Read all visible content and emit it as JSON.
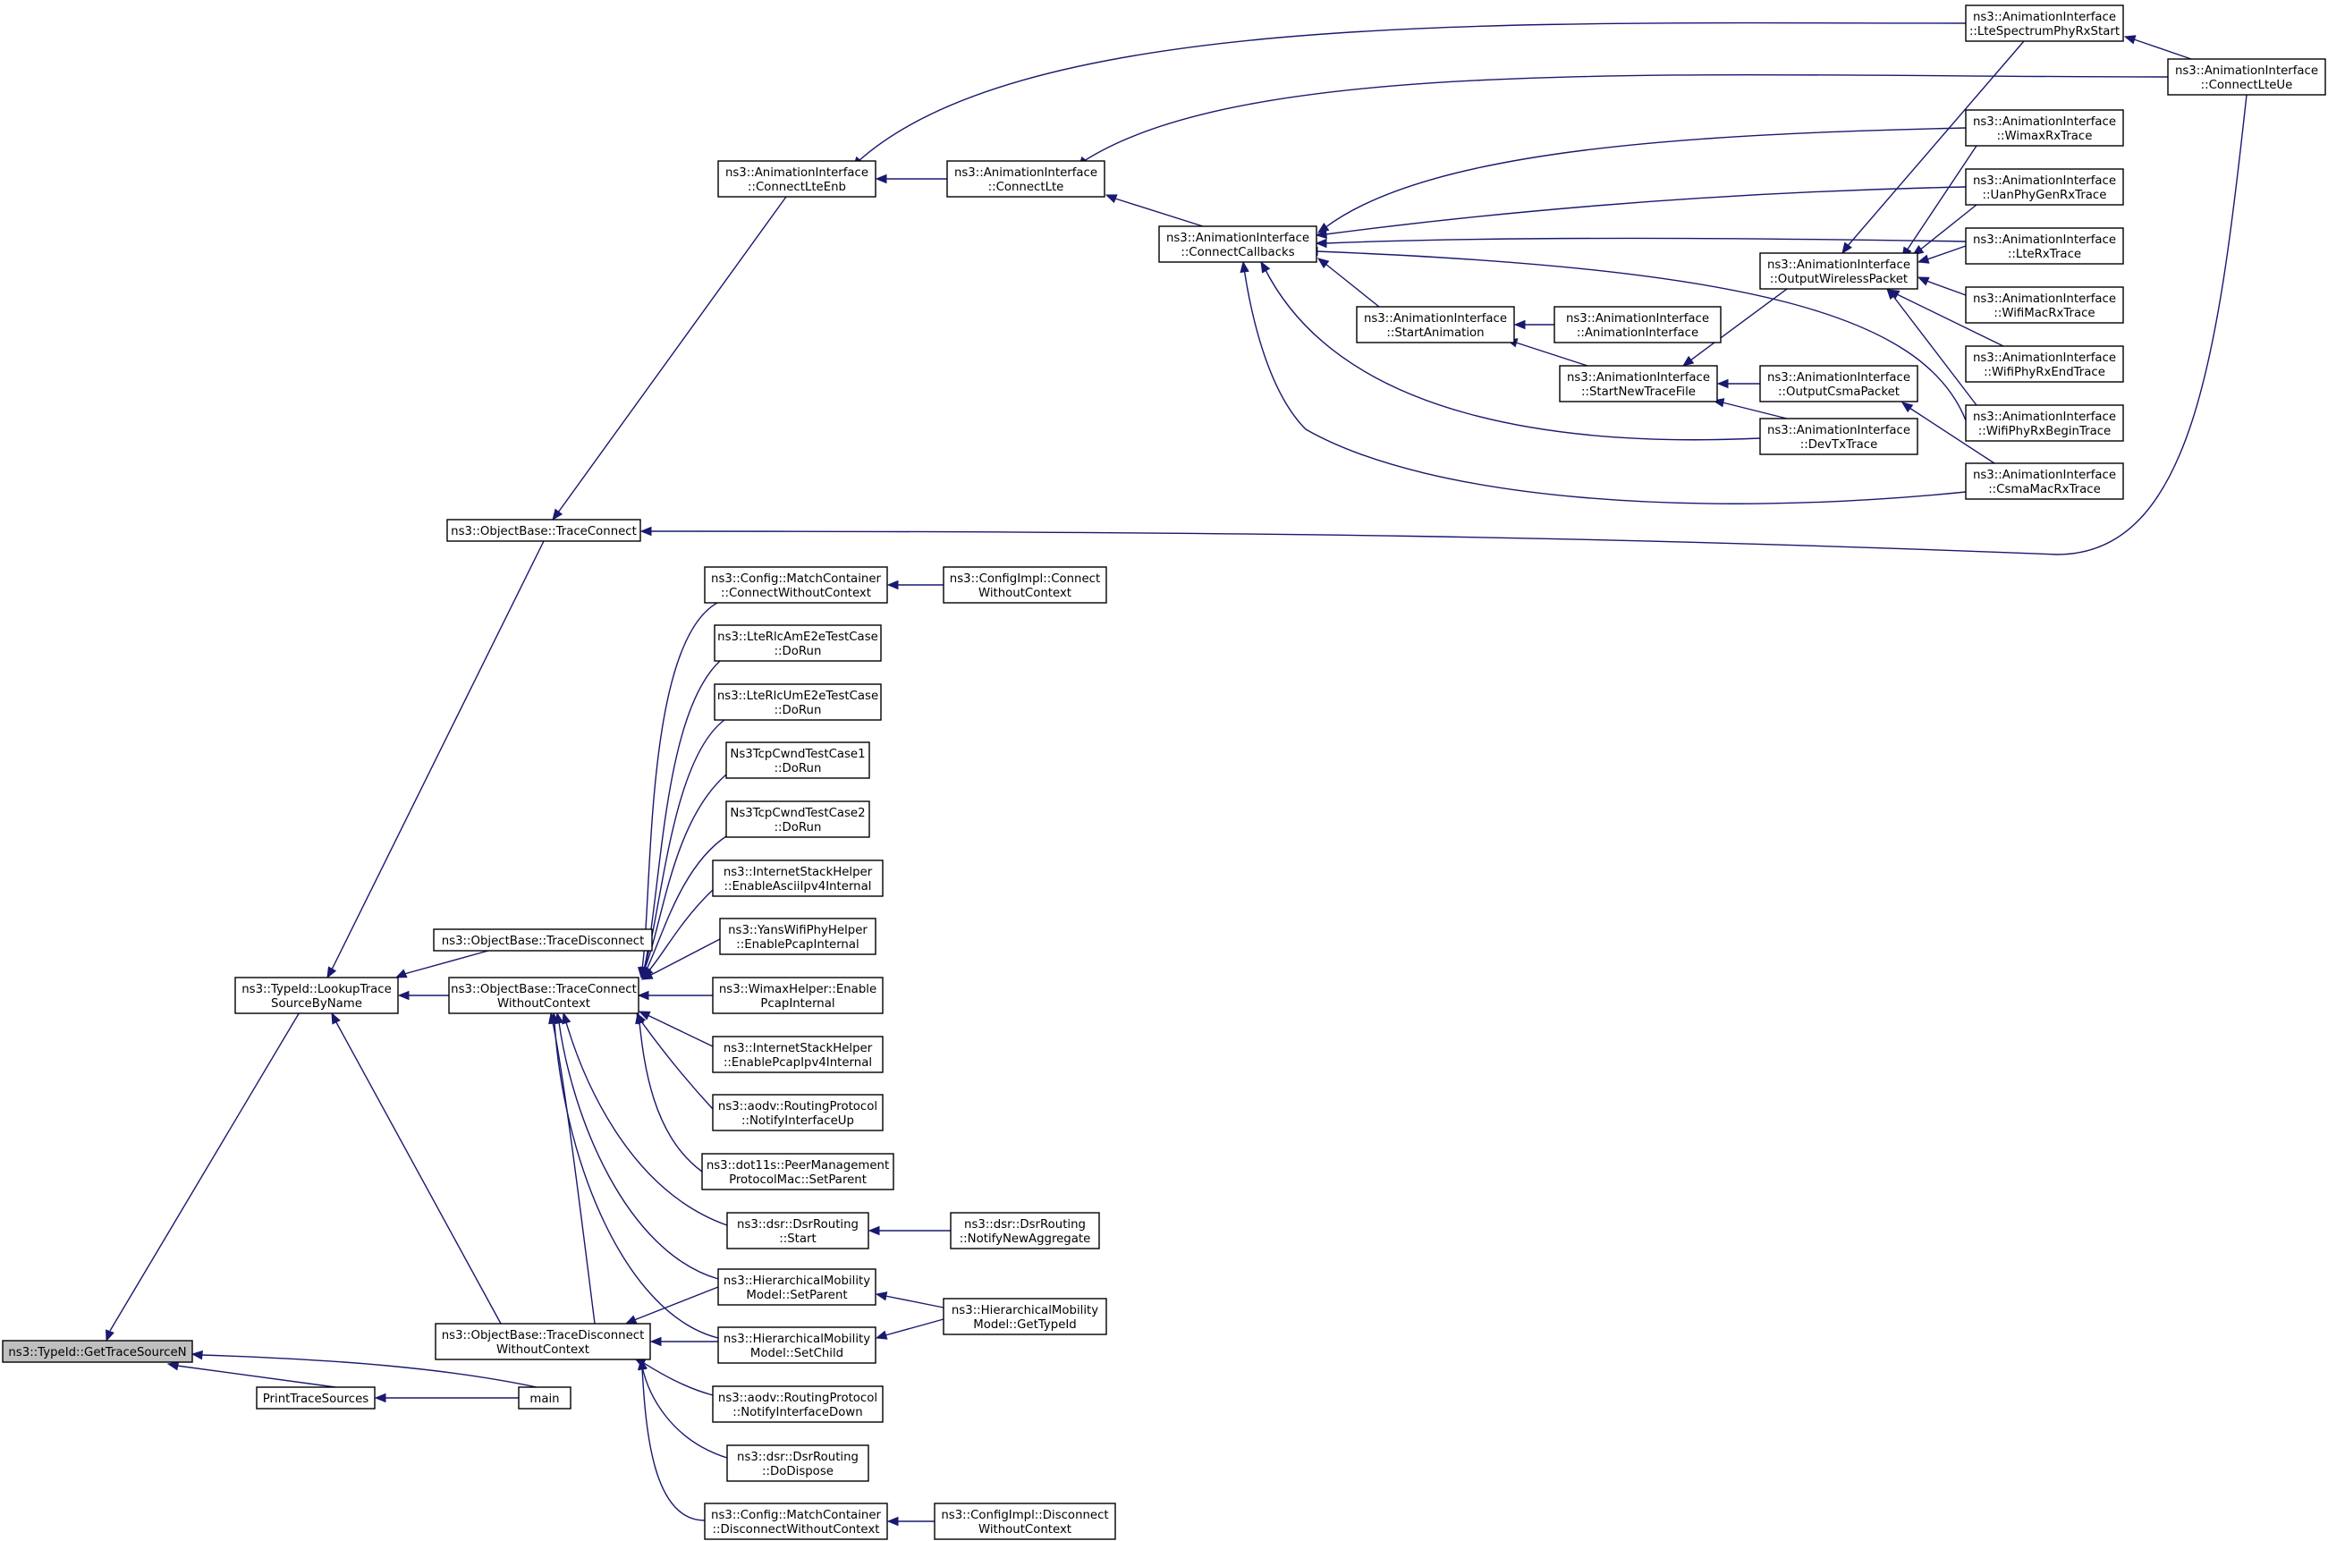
{
  "colors": {
    "edge": "#191970",
    "root_fill": "#bfbfbf",
    "node_fill": "#ffffff",
    "node_stroke": "#000000"
  },
  "nodes": [
    {
      "id": "root",
      "lines": [
        "ns3::TypeId::GetTraceSourceN"
      ]
    },
    {
      "id": "lookup",
      "lines": [
        "ns3::TypeId::LookupTrace",
        "SourceByName"
      ]
    },
    {
      "id": "pts",
      "lines": [
        "PrintTraceSources"
      ]
    },
    {
      "id": "main",
      "lines": [
        "main"
      ]
    },
    {
      "id": "tc",
      "lines": [
        "ns3::ObjectBase::TraceConnect"
      ]
    },
    {
      "id": "td",
      "lines": [
        "ns3::ObjectBase::TraceDisconnect"
      ]
    },
    {
      "id": "tcwc",
      "lines": [
        "ns3::ObjectBase::TraceConnect",
        "WithoutContext"
      ]
    },
    {
      "id": "tdwc",
      "lines": [
        "ns3::ObjectBase::TraceDisconnect",
        "WithoutContext"
      ]
    },
    {
      "id": "clenb",
      "lines": [
        "ns3::AnimationInterface",
        "::ConnectLteEnb"
      ]
    },
    {
      "id": "clte",
      "lines": [
        "ns3::AnimationInterface",
        "::ConnectLte"
      ]
    },
    {
      "id": "ccb",
      "lines": [
        "ns3::AnimationInterface",
        "::ConnectCallbacks"
      ]
    },
    {
      "id": "sa",
      "lines": [
        "ns3::AnimationInterface",
        "::StartAnimation"
      ]
    },
    {
      "id": "ai",
      "lines": [
        "ns3::AnimationInterface",
        "::AnimationInterface"
      ]
    },
    {
      "id": "sntf",
      "lines": [
        "ns3::AnimationInterface",
        "::StartNewTraceFile"
      ]
    },
    {
      "id": "owp",
      "lines": [
        "ns3::AnimationInterface",
        "::OutputWirelessPacket"
      ]
    },
    {
      "id": "ocp",
      "lines": [
        "ns3::AnimationInterface",
        "::OutputCsmaPacket"
      ]
    },
    {
      "id": "dtx",
      "lines": [
        "ns3::AnimationInterface",
        "::DevTxTrace"
      ]
    },
    {
      "id": "lspr",
      "lines": [
        "ns3::AnimationInterface",
        "::LteSpectrumPhyRxStart"
      ]
    },
    {
      "id": "clue",
      "lines": [
        "ns3::AnimationInterface",
        "::ConnectLteUe"
      ]
    },
    {
      "id": "wimax",
      "lines": [
        "ns3::AnimationInterface",
        "::WimaxRxTrace"
      ]
    },
    {
      "id": "uan",
      "lines": [
        "ns3::AnimationInterface",
        "::UanPhyGenRxTrace"
      ]
    },
    {
      "id": "lterx",
      "lines": [
        "ns3::AnimationInterface",
        "::LteRxTrace"
      ]
    },
    {
      "id": "wmac",
      "lines": [
        "ns3::AnimationInterface",
        "::WifiMacRxTrace"
      ]
    },
    {
      "id": "wend",
      "lines": [
        "ns3::AnimationInterface",
        "::WifiPhyRxEndTrace"
      ]
    },
    {
      "id": "wbegin",
      "lines": [
        "ns3::AnimationInterface",
        "::WifiPhyRxBeginTrace"
      ]
    },
    {
      "id": "csma",
      "lines": [
        "ns3::AnimationInterface",
        "::CsmaMacRxTrace"
      ]
    },
    {
      "id": "mccwc",
      "lines": [
        "ns3::Config::MatchContainer",
        "::ConnectWithoutContext"
      ]
    },
    {
      "id": "cicwc",
      "lines": [
        "ns3::ConfigImpl::Connect",
        "WithoutContext"
      ]
    },
    {
      "id": "rlcam",
      "lines": [
        "ns3::LteRlcAmE2eTestCase",
        "::DoRun"
      ]
    },
    {
      "id": "rlcum",
      "lines": [
        "ns3::LteRlcUmE2eTestCase",
        "::DoRun"
      ]
    },
    {
      "id": "tcp1",
      "lines": [
        "Ns3TcpCwndTestCase1",
        "::DoRun"
      ]
    },
    {
      "id": "tcp2",
      "lines": [
        "Ns3TcpCwndTestCase2",
        "::DoRun"
      ]
    },
    {
      "id": "ishascii",
      "lines": [
        "ns3::InternetStackHelper",
        "::EnableAsciiIpv4Internal"
      ]
    },
    {
      "id": "yans",
      "lines": [
        "ns3::YansWifiPhyHelper",
        "::EnablePcapInternal"
      ]
    },
    {
      "id": "wimaxh",
      "lines": [
        "ns3::WimaxHelper::Enable",
        "PcapInternal"
      ]
    },
    {
      "id": "ishpcap",
      "lines": [
        "ns3::InternetStackHelper",
        "::EnablePcapIpv4Internal"
      ]
    },
    {
      "id": "aodvup",
      "lines": [
        "ns3::aodv::RoutingProtocol",
        "::NotifyInterfaceUp"
      ]
    },
    {
      "id": "dot11s",
      "lines": [
        "ns3::dot11s::PeerManagement",
        "ProtocolMac::SetParent"
      ]
    },
    {
      "id": "dsrstart",
      "lines": [
        "ns3::dsr::DsrRouting",
        "::Start"
      ]
    },
    {
      "id": "dsrna",
      "lines": [
        "ns3::dsr::DsrRouting",
        "::NotifyNewAggregate"
      ]
    },
    {
      "id": "hmsp",
      "lines": [
        "ns3::HierarchicalMobility",
        "Model::SetParent"
      ]
    },
    {
      "id": "hmgt",
      "lines": [
        "ns3::HierarchicalMobility",
        "Model::GetTypeId"
      ]
    },
    {
      "id": "hmsc",
      "lines": [
        "ns3::HierarchicalMobility",
        "Model::SetChild"
      ]
    },
    {
      "id": "aodvdown",
      "lines": [
        "ns3::aodv::RoutingProtocol",
        "::NotifyInterfaceDown"
      ]
    },
    {
      "id": "dsrdisp",
      "lines": [
        "ns3::dsr::DsrRouting",
        "::DoDispose"
      ]
    },
    {
      "id": "mcdwc",
      "lines": [
        "ns3::Config::MatchContainer",
        "::DisconnectWithoutContext"
      ]
    },
    {
      "id": "cidwc",
      "lines": [
        "ns3::ConfigImpl::Disconnect",
        "WithoutContext"
      ]
    }
  ]
}
